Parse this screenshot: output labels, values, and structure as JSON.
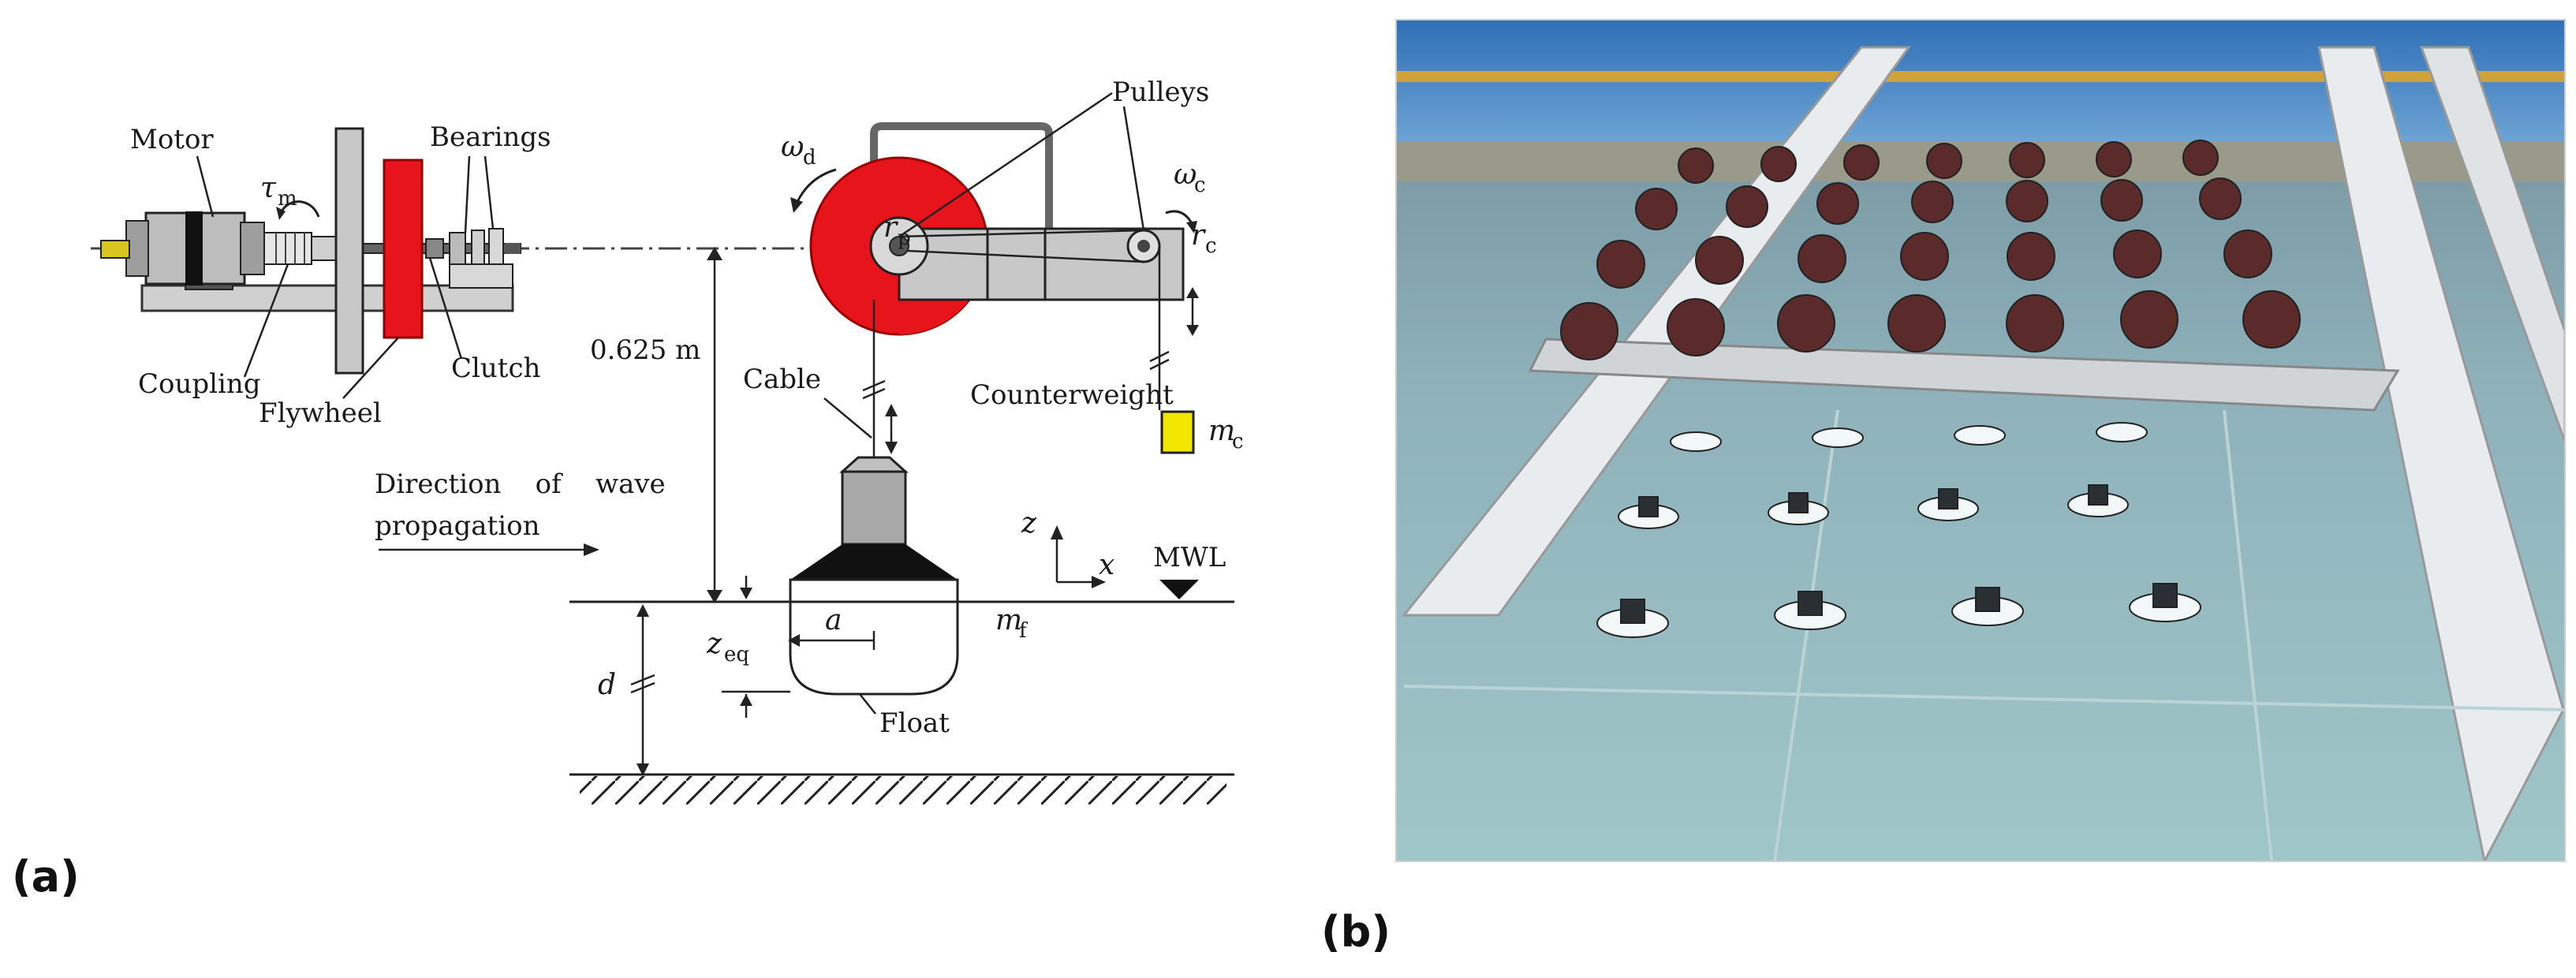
{
  "panel_a": {
    "tag": "(a)",
    "labels": {
      "motor": "Motor",
      "bearings": "Bearings",
      "pulleys": "Pulleys",
      "coupling": "Coupling",
      "flywheel": "Flywheel",
      "clutch": "Clutch",
      "cable": "Cable",
      "counterweight": "Counterweight",
      "direction_line1": "Direction    of    wave",
      "direction_line2": "propagation",
      "float": "Float",
      "mwl": "MWL",
      "height": "0.625 m"
    },
    "symbols": {
      "tau": "τ",
      "tau_sub": "m",
      "omega_d": "ω",
      "omega_d_sub": "d",
      "omega_c": "ω",
      "omega_c_sub": "c",
      "r_p": "r",
      "r_p_sub": "p",
      "r_c": "r",
      "r_c_sub": "c",
      "m_c": "m",
      "m_c_sub": "c",
      "m_f": "m",
      "m_f_sub": "f",
      "z_eq": "z",
      "z_eq_sub": "eq",
      "a": "a",
      "d": "d",
      "z": "z",
      "x": "x"
    },
    "colors": {
      "drum": "#e8141c",
      "flywheel": "#e8141c",
      "counterweight": "#f2e600",
      "grey": "#b3b3b3",
      "dark": "#1a1a1a"
    }
  },
  "panel_b": {
    "tag": "(b)",
    "photo_description": "wave-energy-converter-array-photo"
  }
}
